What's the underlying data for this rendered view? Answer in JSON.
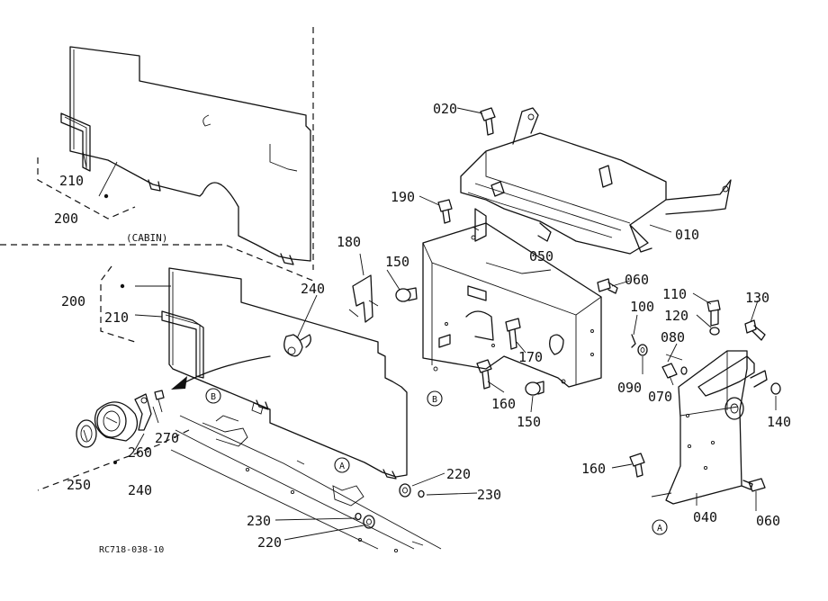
{
  "callouts": [
    {
      "id": "010",
      "text": "010"
    },
    {
      "id": "020",
      "text": "020"
    },
    {
      "id": "040",
      "text": "040"
    },
    {
      "id": "050",
      "text": "050"
    },
    {
      "id": "060a",
      "text": "060"
    },
    {
      "id": "060b",
      "text": "060"
    },
    {
      "id": "070",
      "text": "070"
    },
    {
      "id": "080",
      "text": "080"
    },
    {
      "id": "090",
      "text": "090"
    },
    {
      "id": "100",
      "text": "100"
    },
    {
      "id": "110",
      "text": "110"
    },
    {
      "id": "120",
      "text": "120"
    },
    {
      "id": "130",
      "text": "130"
    },
    {
      "id": "140",
      "text": "140"
    },
    {
      "id": "150a",
      "text": "150"
    },
    {
      "id": "150b",
      "text": "150"
    },
    {
      "id": "160a",
      "text": "160"
    },
    {
      "id": "160b",
      "text": "160"
    },
    {
      "id": "170",
      "text": "170"
    },
    {
      "id": "180",
      "text": "180"
    },
    {
      "id": "190",
      "text": "190"
    },
    {
      "id": "200a",
      "text": "200"
    },
    {
      "id": "200b",
      "text": "200"
    },
    {
      "id": "210a",
      "text": "210"
    },
    {
      "id": "210b",
      "text": "210"
    },
    {
      "id": "220a",
      "text": "220"
    },
    {
      "id": "220b",
      "text": "220"
    },
    {
      "id": "230a",
      "text": "230"
    },
    {
      "id": "230b",
      "text": "230"
    },
    {
      "id": "240a",
      "text": "240"
    },
    {
      "id": "240b",
      "text": "240"
    },
    {
      "id": "250",
      "text": "250"
    },
    {
      "id": "260",
      "text": "260"
    },
    {
      "id": "270",
      "text": "270"
    }
  ],
  "markers": {
    "A": "A",
    "B": "B"
  },
  "section_label": "(CABIN)",
  "drawing_code": "RC718-038-10"
}
